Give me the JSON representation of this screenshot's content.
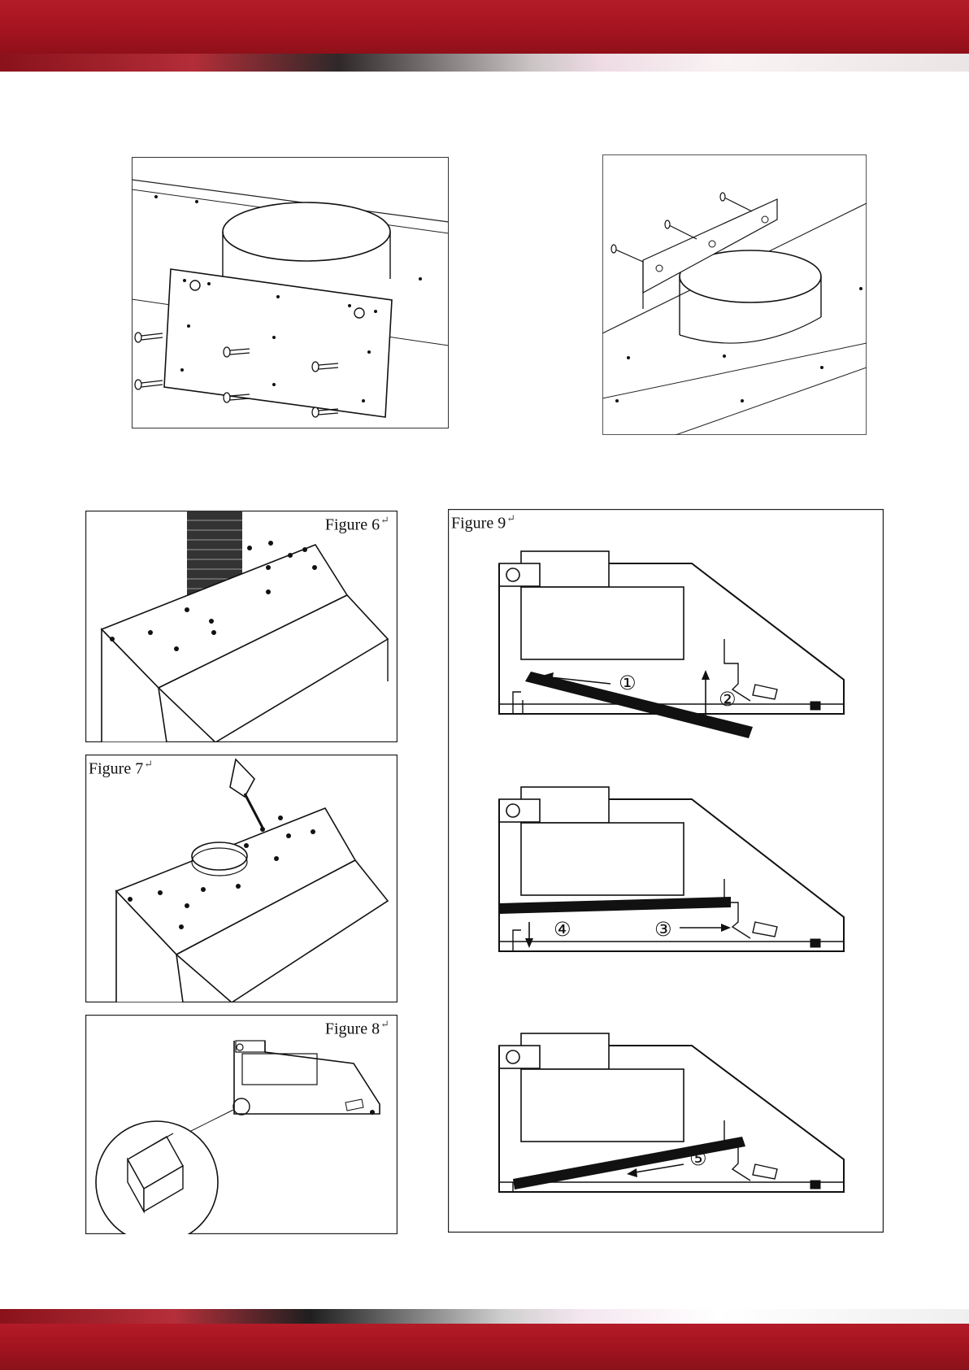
{
  "colors": {
    "banner": "#a3141f",
    "line": "#111111"
  },
  "figures": {
    "fig6": {
      "label": "Figure 6"
    },
    "fig7": {
      "label": "Figure 7"
    },
    "fig8": {
      "label": "Figure 8"
    },
    "fig9": {
      "label": "Figure 9"
    }
  },
  "steps": [
    "①",
    "②",
    "③",
    "④",
    "⑤"
  ],
  "return_mark": "↵"
}
